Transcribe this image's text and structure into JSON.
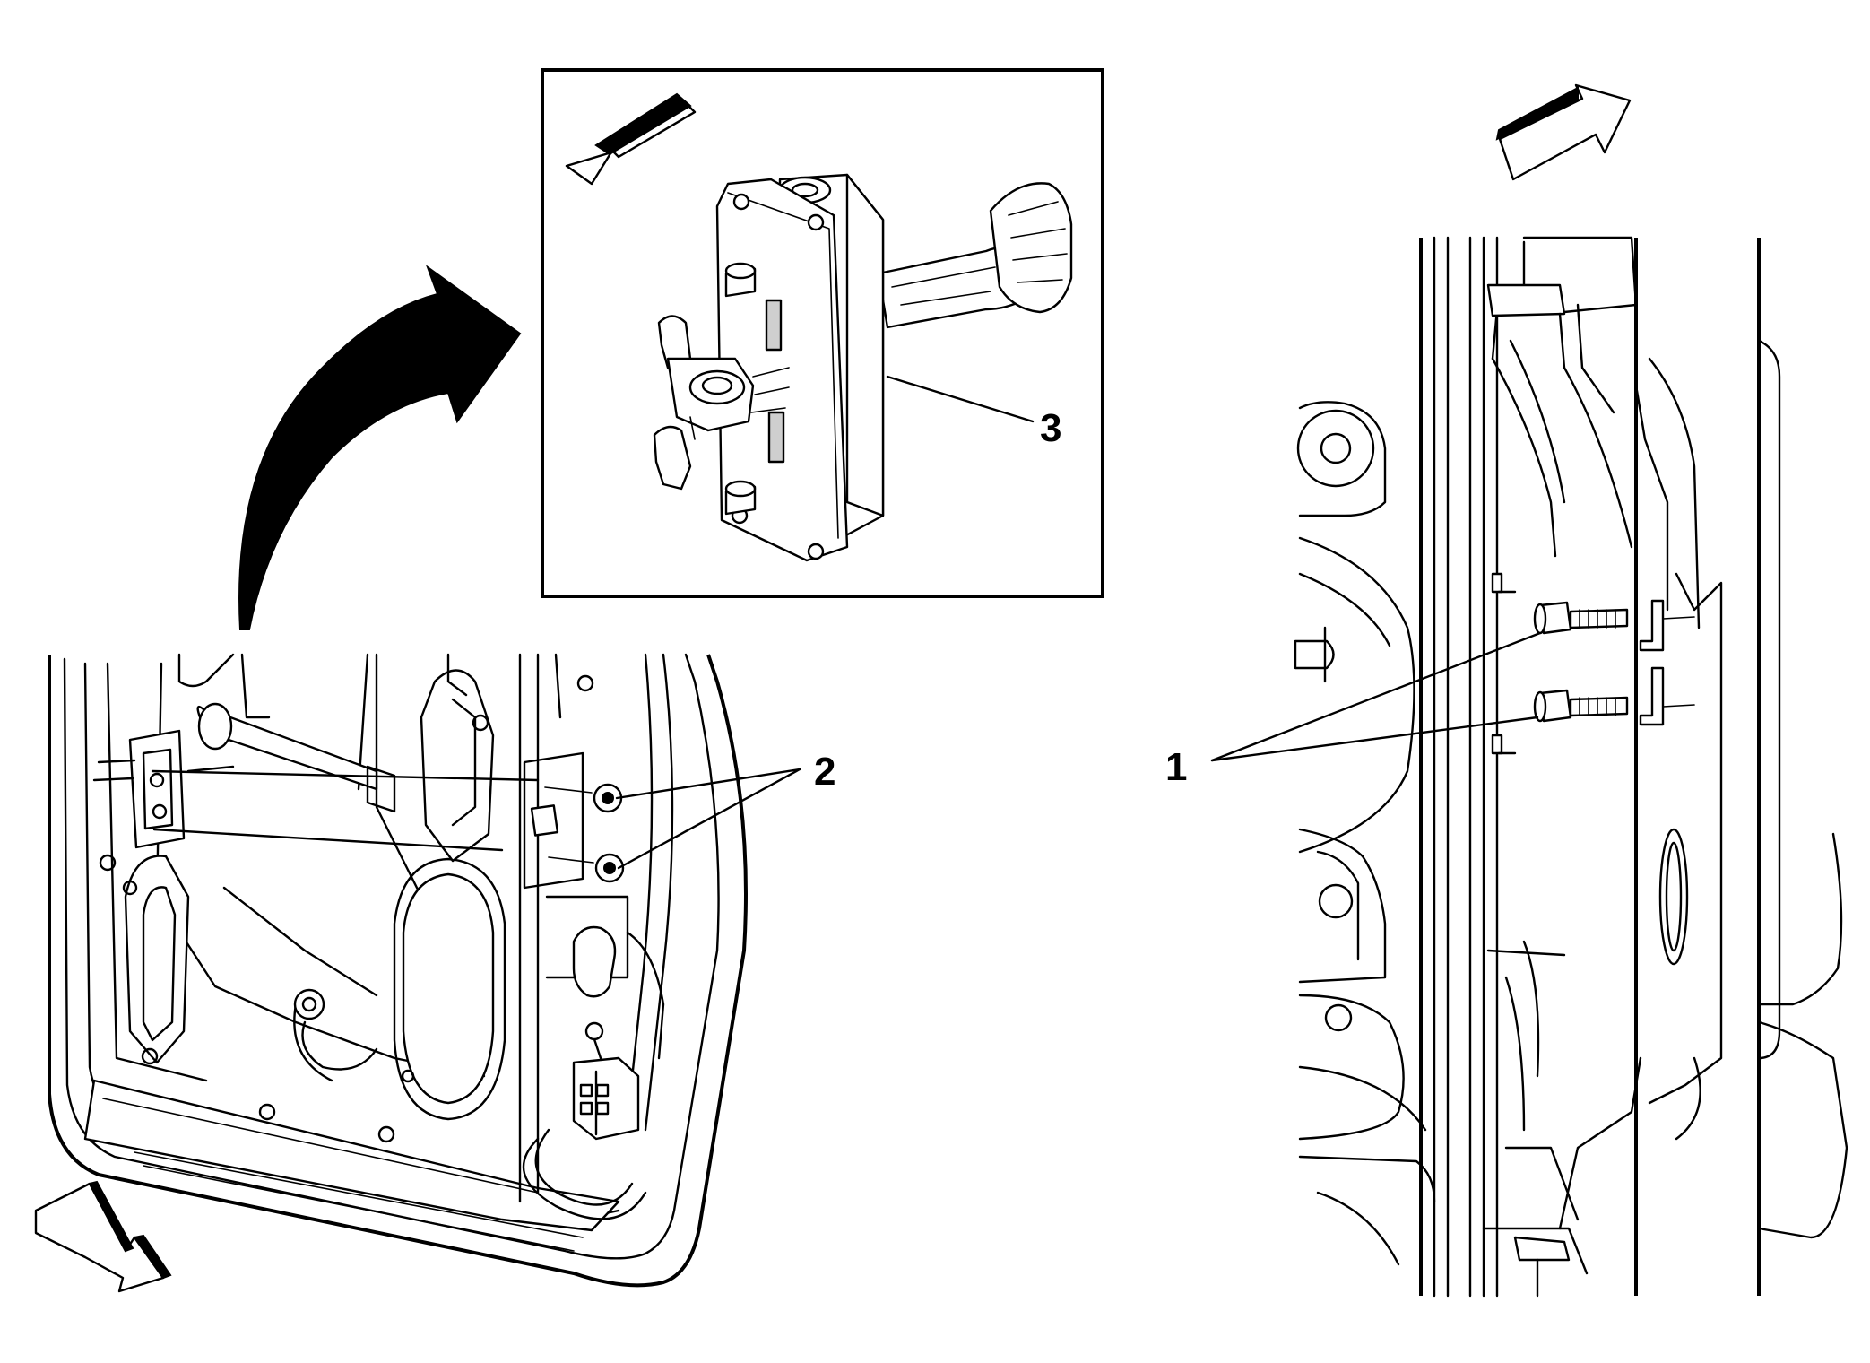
{
  "callouts": [
    {
      "id": "1",
      "label": "1"
    },
    {
      "id": "2",
      "label": "2"
    },
    {
      "id": "3",
      "label": "3"
    }
  ],
  "icons": {
    "direction_arrows": [
      "front-direction-arrow-icon",
      "front-direction-arrow-icon",
      "front-direction-arrow-icon"
    ],
    "detail_arrow": "curved-detail-arrow-icon"
  }
}
